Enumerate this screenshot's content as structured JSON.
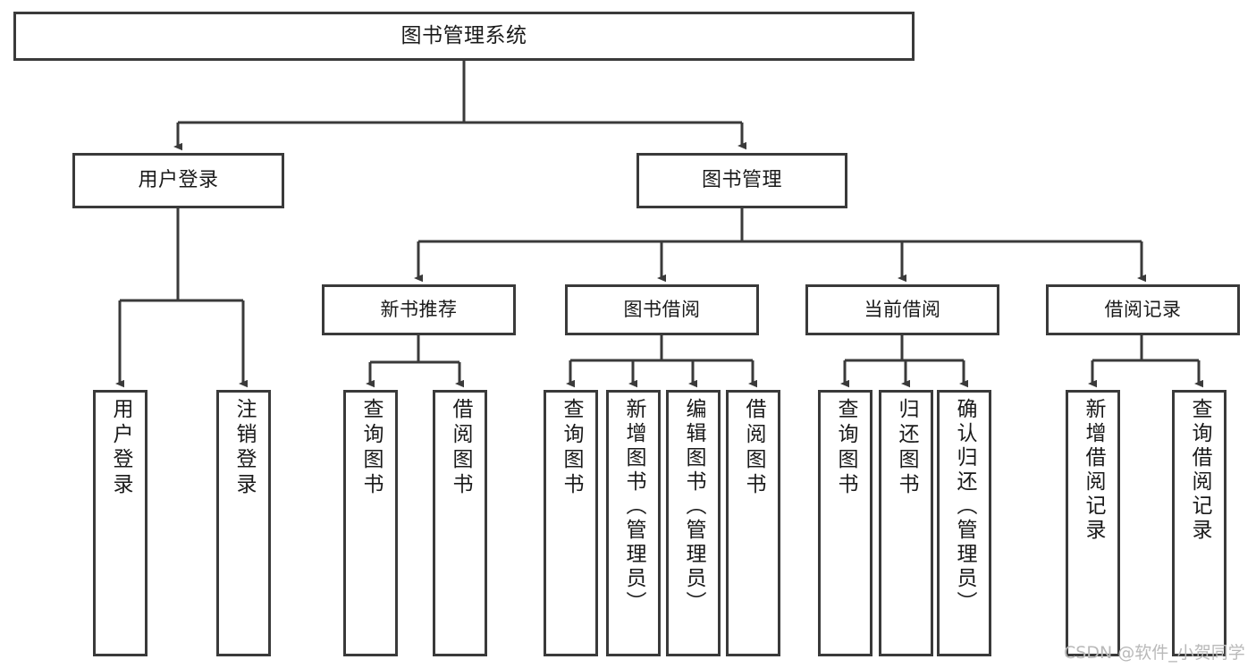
{
  "diagram": {
    "title": "图书管理系统",
    "type": "hierarchy-tree",
    "watermark": "CSDN @软件_小贺同学",
    "colors": {
      "border": "#3a3a3a",
      "background": "#ffffff",
      "text": "#1a1a1a",
      "connector": "#3a3a3a",
      "watermark": "#b9b9b9"
    },
    "root": {
      "label": "图书管理系统"
    },
    "level1": [
      {
        "label": "用户登录"
      },
      {
        "label": "图书管理"
      }
    ],
    "level2": [
      {
        "label": "新书推荐"
      },
      {
        "label": "图书借阅"
      },
      {
        "label": "当前借阅"
      },
      {
        "label": "借阅记录"
      }
    ],
    "leaves": {
      "user_login": [
        {
          "label": "用户登录"
        },
        {
          "label": "注销登录"
        }
      ],
      "new_book_recommend": [
        {
          "label": "查询图书"
        },
        {
          "label": "借阅图书"
        }
      ],
      "book_borrow": [
        {
          "label": "查询图书"
        },
        {
          "label": "新增图书（管理员）"
        },
        {
          "label": "编辑图书（管理员）"
        },
        {
          "label": "借阅图书"
        }
      ],
      "current_borrow": [
        {
          "label": "查询图书"
        },
        {
          "label": "归还图书"
        },
        {
          "label": "确认归还（管理员）"
        }
      ],
      "borrow_record": [
        {
          "label": "新增借阅记录"
        },
        {
          "label": "查询借阅记录"
        }
      ]
    }
  }
}
